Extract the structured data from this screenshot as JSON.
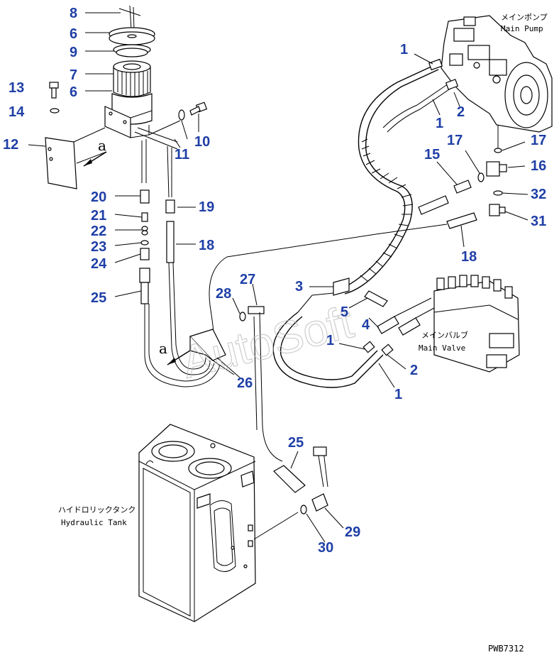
{
  "drawing_code": "PWB7312",
  "watermark": "AutoSoft",
  "labels": {
    "main_pump_jp": "メインポンプ",
    "main_pump_en": "Main Pump",
    "main_valve_jp": "メインバルブ",
    "main_valve_en": "Main Valve",
    "hydraulic_tank_jp": "ハイドロリックタンク",
    "hydraulic_tank_en": "Hydraulic Tank",
    "view_a_1": "a",
    "view_a_2": "a"
  },
  "callouts": [
    {
      "id": "c8",
      "text": "8"
    },
    {
      "id": "c6a",
      "text": "6"
    },
    {
      "id": "c9",
      "text": "9"
    },
    {
      "id": "c7",
      "text": "7"
    },
    {
      "id": "c6b",
      "text": "6"
    },
    {
      "id": "c13",
      "text": "13"
    },
    {
      "id": "c14",
      "text": "14"
    },
    {
      "id": "c12",
      "text": "12"
    },
    {
      "id": "c10",
      "text": "10"
    },
    {
      "id": "c11",
      "text": "11"
    },
    {
      "id": "c20",
      "text": "20"
    },
    {
      "id": "c21",
      "text": "21"
    },
    {
      "id": "c22",
      "text": "22"
    },
    {
      "id": "c23",
      "text": "23"
    },
    {
      "id": "c24",
      "text": "24"
    },
    {
      "id": "c19",
      "text": "19"
    },
    {
      "id": "c18a",
      "text": "18"
    },
    {
      "id": "c25a",
      "text": "25"
    },
    {
      "id": "c1a",
      "text": "1"
    },
    {
      "id": "c2a",
      "text": "2"
    },
    {
      "id": "c1b",
      "text": "1"
    },
    {
      "id": "c17a",
      "text": "17"
    },
    {
      "id": "c17b",
      "text": "17"
    },
    {
      "id": "c15",
      "text": "15"
    },
    {
      "id": "c16",
      "text": "16"
    },
    {
      "id": "c32",
      "text": "32"
    },
    {
      "id": "c31",
      "text": "31"
    },
    {
      "id": "c18b",
      "text": "18"
    },
    {
      "id": "c3",
      "text": "3"
    },
    {
      "id": "c27",
      "text": "27"
    },
    {
      "id": "c28",
      "text": "28"
    },
    {
      "id": "c5",
      "text": "5"
    },
    {
      "id": "c4",
      "text": "4"
    },
    {
      "id": "c1c",
      "text": "1"
    },
    {
      "id": "c2b",
      "text": "2"
    },
    {
      "id": "c1d",
      "text": "1"
    },
    {
      "id": "c26",
      "text": "26"
    },
    {
      "id": "c25b",
      "text": "25"
    },
    {
      "id": "c29",
      "text": "29"
    },
    {
      "id": "c30",
      "text": "30"
    }
  ]
}
